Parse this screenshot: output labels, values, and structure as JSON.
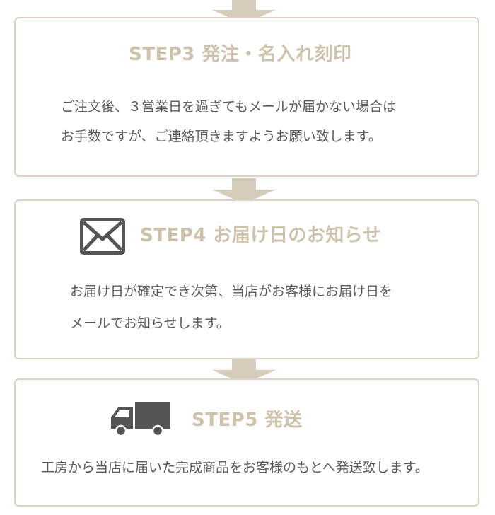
{
  "colors": {
    "border": "#dcd3c6",
    "arrow": "#d6ccbc",
    "title": "#cfc2ab",
    "text": "#5a5a5a",
    "icon": "#555555"
  },
  "steps": [
    {
      "title": "STEP3 発注・名入れ刻印",
      "lines": [
        "ご注文後、３営業日を過ぎてもメールが届かない場合は",
        "お手数ですが、ご連絡頂きますようお願い致します。"
      ]
    },
    {
      "icon": "envelope-icon",
      "title": "STEP4 お届け日のお知らせ",
      "lines": [
        "お届け日が確定でき次第、当店がお客様にお届け日を",
        "メールでお知らせします。"
      ]
    },
    {
      "icon": "truck-icon",
      "title": "STEP5 発送",
      "lines": [
        "工房から当店に届いた完成商品をお客様のもとへ発送致します。"
      ]
    }
  ]
}
